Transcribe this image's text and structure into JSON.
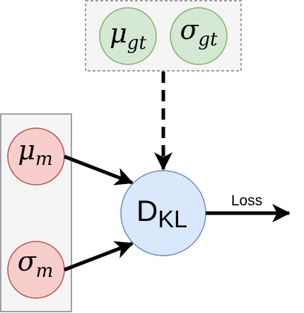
{
  "nodes": {
    "mu_gt": {
      "symbol": "μ",
      "subscript": "gt"
    },
    "sigma_gt": {
      "symbol": "σ",
      "subscript": "gt"
    },
    "mu_m": {
      "symbol": "μ",
      "subscript": "m"
    },
    "sigma_m": {
      "symbol": "σ",
      "subscript": "m"
    },
    "dkl": {
      "main": "D",
      "subscript": "KL"
    }
  },
  "edges": {
    "output_label": "Loss"
  },
  "colors": {
    "green_fill": "#d5e8d4",
    "green_stroke": "#82b366",
    "red_fill": "#f8cecc",
    "red_stroke": "#b85450",
    "blue_fill": "#dae8fc",
    "blue_stroke": "#6c8ebf",
    "group_fill": "#f5f5f5",
    "group_stroke": "#666666",
    "arrow": "#000000"
  }
}
